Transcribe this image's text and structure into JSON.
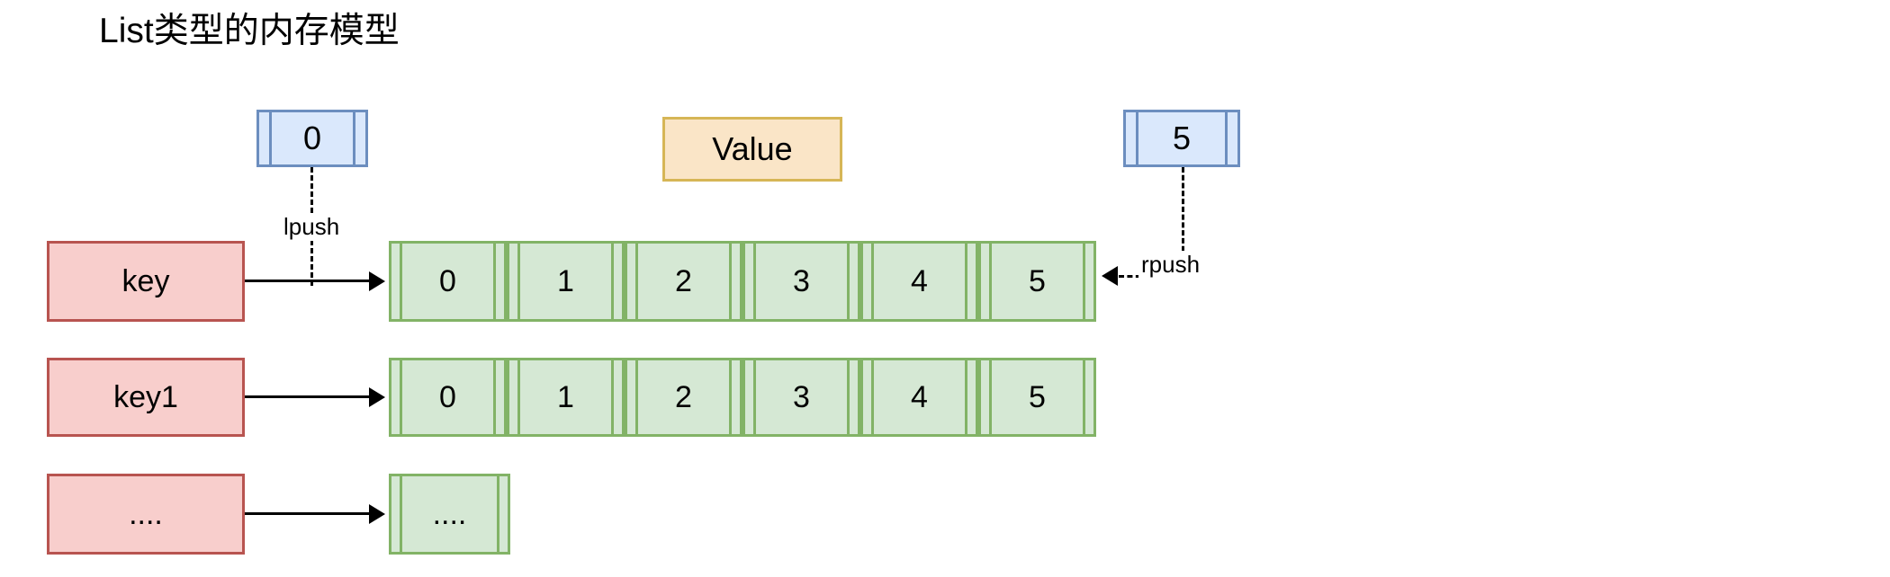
{
  "diagram": {
    "title": "List类型的内存模型",
    "colors": {
      "key_fill": "#f8cecc",
      "key_stroke": "#b85450",
      "value_fill": "#fae5c7",
      "value_stroke": "#d6b656",
      "pointer_fill": "#dae8fc",
      "pointer_stroke": "#6c8ebf",
      "list_fill": "#d5e8d4",
      "list_stroke": "#82b366",
      "line": "#000000"
    },
    "value_header": {
      "label": "Value"
    },
    "pointers": [
      {
        "name": "head-pointer",
        "label": "0",
        "op": "lpush"
      },
      {
        "name": "tail-pointer",
        "label": "5",
        "op": "rpush"
      }
    ],
    "operations": {
      "lpush": "lpush",
      "rpush": "rpush"
    },
    "rows": [
      {
        "key": "key",
        "cells": [
          "0",
          "1",
          "2",
          "3",
          "4",
          "5"
        ]
      },
      {
        "key": "key1",
        "cells": [
          "0",
          "1",
          "2",
          "3",
          "4",
          "5"
        ]
      },
      {
        "key": "....",
        "cells": [
          "...."
        ]
      }
    ]
  }
}
